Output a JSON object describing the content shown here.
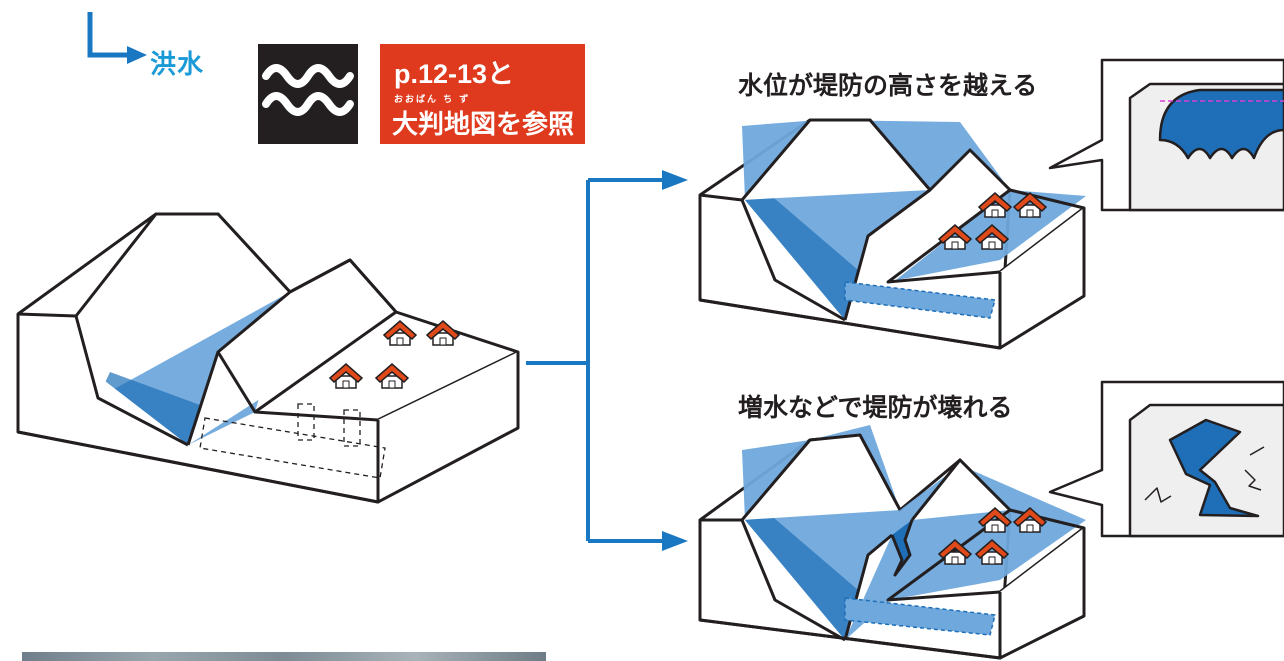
{
  "title": {
    "flood_label": "洪水",
    "ref_page": "p.12-13と",
    "ref_ruby": "おおばん ち ず",
    "ref_text": "大判地図を参照"
  },
  "captions": {
    "overflow": "水位が堤防の高さを越える",
    "break": "増水などで堤防が壊れる"
  },
  "icons": {
    "flood_symbol": "wave-icon",
    "arrow": "right-arrow-icon",
    "house": "house-icon"
  },
  "colors": {
    "water": "#1e6fb8",
    "water_light": "#6fa8dc",
    "arrow": "#1a78c2",
    "flood_label": "#1a9ad6",
    "ref_box": "#e03a1e",
    "house_roof": "#e04a1a",
    "outline": "#231f20"
  }
}
